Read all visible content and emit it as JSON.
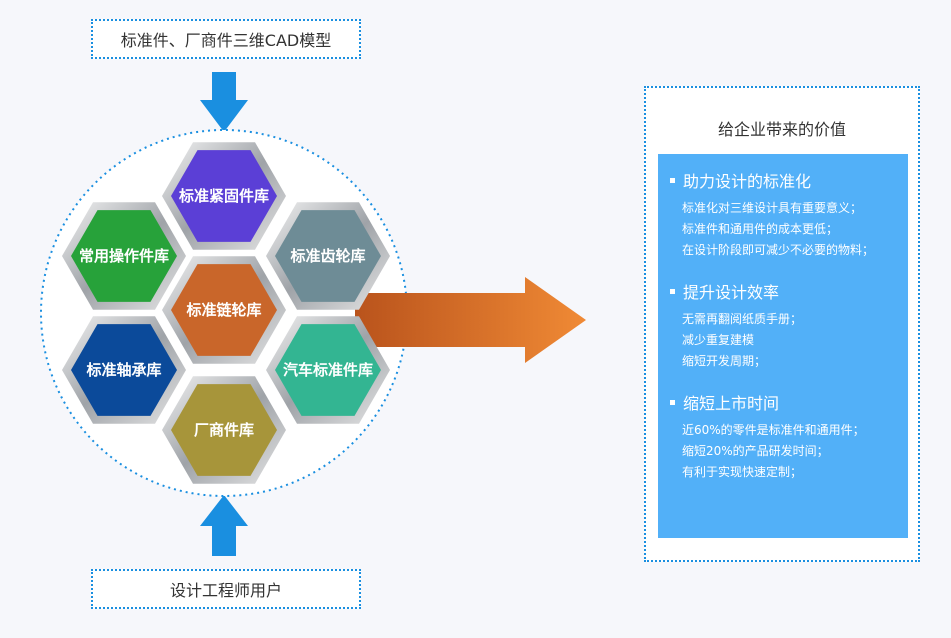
{
  "top_box": {
    "label": "标准件、厂商件三维CAD模型"
  },
  "bottom_box": {
    "label": "设计工程师用户"
  },
  "hexagons": [
    {
      "label": "标准紧固件库",
      "color": "#5b3fd6"
    },
    {
      "label": "常用操作件库",
      "color": "#27a23a"
    },
    {
      "label": "标准齿轮库",
      "color": "#6e8c96"
    },
    {
      "label": "标准链轮库",
      "color": "#c9662a"
    },
    {
      "label": "标准轴承库",
      "color": "#0b4a9a"
    },
    {
      "label": "汽车标准件库",
      "color": "#33b592"
    },
    {
      "label": "厂商件库",
      "color": "#a7953a"
    }
  ],
  "value_panel": {
    "title": "给企业带来的价值",
    "sections": [
      {
        "heading": "助力设计的标准化",
        "lines": [
          "标准化对三维设计具有重要意义；",
          "标准件和通用件的成本更低；",
          "在设计阶段即可减少不必要的物料；"
        ]
      },
      {
        "heading": "提升设计效率",
        "lines": [
          "无需再翻阅纸质手册；",
          "减少重复建模",
          "缩短开发周期；"
        ]
      },
      {
        "heading": "缩短上市时间",
        "lines": [
          "近60%的零件是标准件和通用件；",
          "缩短20%的产品研发时间；",
          "有利于实现快速定制；"
        ]
      }
    ]
  },
  "colors": {
    "accent_blue": "#1a8fe0",
    "panel_blue": "#52b0f8",
    "arrow_orange": "#e37a2e"
  }
}
